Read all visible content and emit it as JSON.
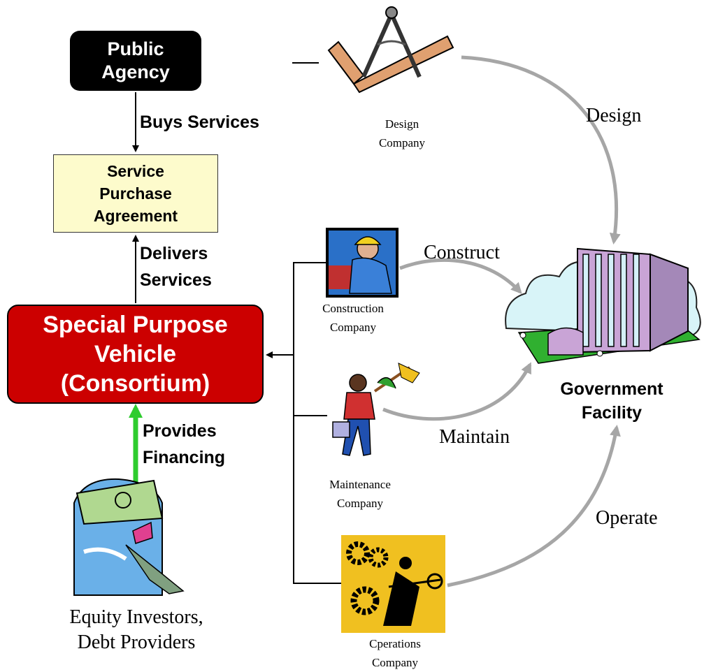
{
  "public_agency": "Public\nAgency",
  "service_purchase_agreement": "Service\nPurchase\nAgreement",
  "spv": "Special Purpose\nVehicle\n(Consortium)",
  "edges": {
    "buys_services": "Buys Services",
    "delivers_services": "Delivers\nServices",
    "provides_financing": "Provides\nFinancing"
  },
  "companies": {
    "design": "Design\nCompany",
    "construction": "Construction\nCompany",
    "maintenance": "Maintenance\nCompany",
    "operations": "Cperations\nCompany"
  },
  "investors": "Equity Investors,\nDebt Providers",
  "actions": {
    "design": "Design",
    "construct": "Construct",
    "maintain": "Maintain",
    "operate": "Operate"
  },
  "facility": "Government\nFacility",
  "colors": {
    "spv_red": "#cc0000",
    "spa_fill": "#fdfbcc",
    "financing_arrow": "#2ecc2e",
    "curve_gray": "#a6a6a6"
  }
}
